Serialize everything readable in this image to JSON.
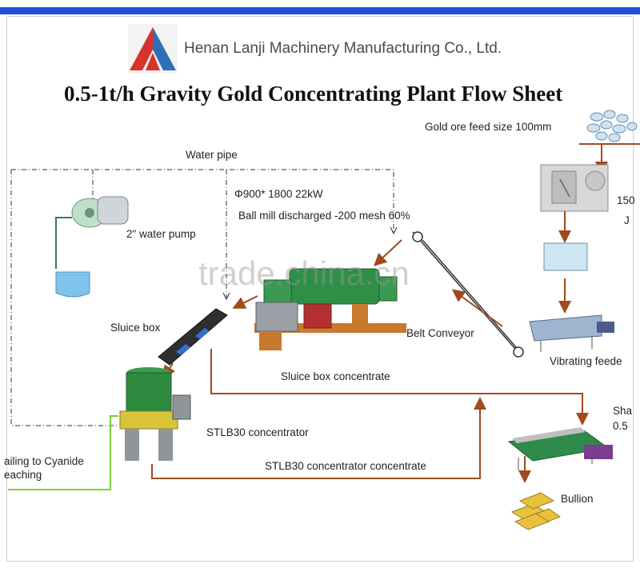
{
  "header": {
    "window_caption": "",
    "company": "Henan Lanji Machinery Manufacturing Co., Ltd.",
    "title": "0.5-1t/h Gravity Gold Concentrating Plant Flow Sheet"
  },
  "labels": {
    "feed_size": "Gold  ore  feed size 100mm",
    "water_pipe": "Water pipe",
    "ball_mill_spec": "Φ900* 1800 22kW",
    "ball_mill_discharge": "Ball  mill discharged   -200 mesh  60%",
    "water_pump": "2\"  water pump",
    "jaw_size_partial": "150",
    "jaw_letter_partial": "J",
    "sluice_box": "Sluice box",
    "belt_conveyor": "Belt Conveyor",
    "vibrating_feeder": "Vibrating feede",
    "sluice_concentrate": "Sluice box concentrate",
    "stlb30": "STLB30 concentrator",
    "stlb30_concentrate": "STLB30 concentrator  concentrate",
    "tailing_line1": "ailing to Cyanide",
    "tailing_line2": "eaching",
    "shaking_table_partial": "Sha",
    "shaking_table_size_partial": "0.5",
    "bullion": "Bullion"
  },
  "watermark": "trade.china.cn",
  "colors": {
    "flow_arrow": "#a04a1e",
    "water_line": "#7ccf3a",
    "header_bar": "#1f4fd6",
    "logo_red": "#d9342b",
    "logo_blue": "#2f6fb8",
    "concentrator_green": "#2e8a3e",
    "shaking_table_green": "#2e8b4b"
  }
}
